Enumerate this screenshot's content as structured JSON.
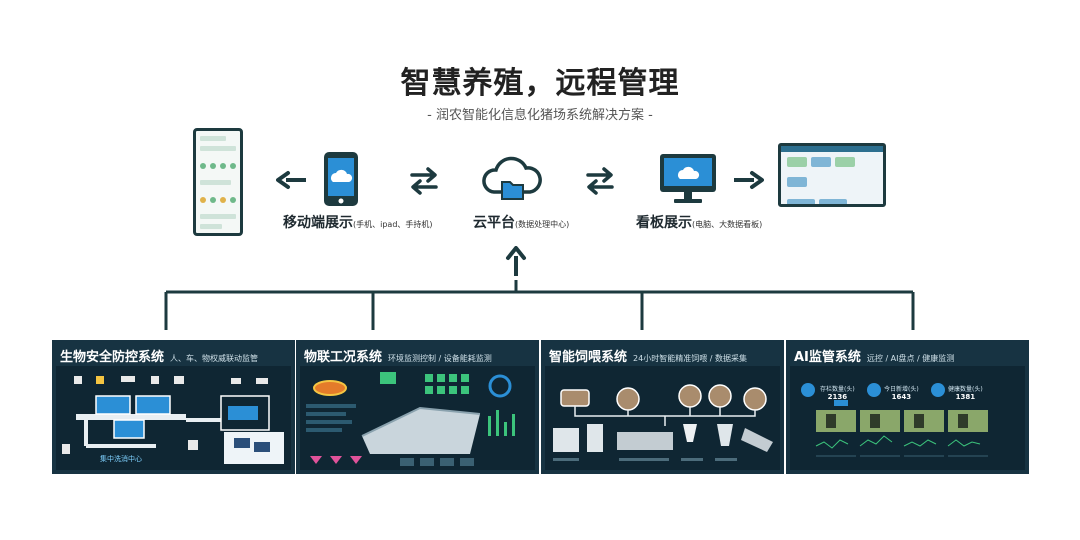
{
  "header": {
    "title": "智慧养殖，远程管理",
    "subtitle": "- 润农智能化信息化猪场系统解决方案 -"
  },
  "nodes": {
    "mobile": {
      "label": "移动端展示",
      "note": "(手机、ipad、手持机)"
    },
    "cloud": {
      "label": "云平台",
      "note": "(数据处理中心)"
    },
    "board": {
      "label": "看板展示",
      "note": "(电脑、大数据看板)"
    }
  },
  "panels": [
    {
      "title": "生物安全防控系统",
      "subtitle": "人、车、物权威联动监管",
      "caption": "集中洗消中心"
    },
    {
      "title": "物联工况系统",
      "subtitle": "环境监测控制 / 设备能耗监测"
    },
    {
      "title": "智能饲喂系统",
      "subtitle": "24小时智能精准饲喂 / 数据采集"
    },
    {
      "title": "AI监管系统",
      "subtitle": "远控 / AI盘点 / 健康监测",
      "stats": [
        {
          "label": "存栏数量(头)",
          "value": "2136"
        },
        {
          "label": "今日新增(头)",
          "value": "1643"
        },
        {
          "label": "健康数量(头)",
          "value": "1381"
        }
      ]
    }
  ],
  "colors": {
    "panel_bg": "#173342",
    "line": "#1d3a3f",
    "accent_green": "#3cc47c",
    "accent_blue": "#2b8fd6"
  },
  "icons": [
    "phone-cloud-icon",
    "cloud-folder-icon",
    "monitor-cloud-icon",
    "sync-arrows-icon",
    "arrow-left-icon",
    "arrow-right-icon",
    "arrow-up-icon"
  ]
}
